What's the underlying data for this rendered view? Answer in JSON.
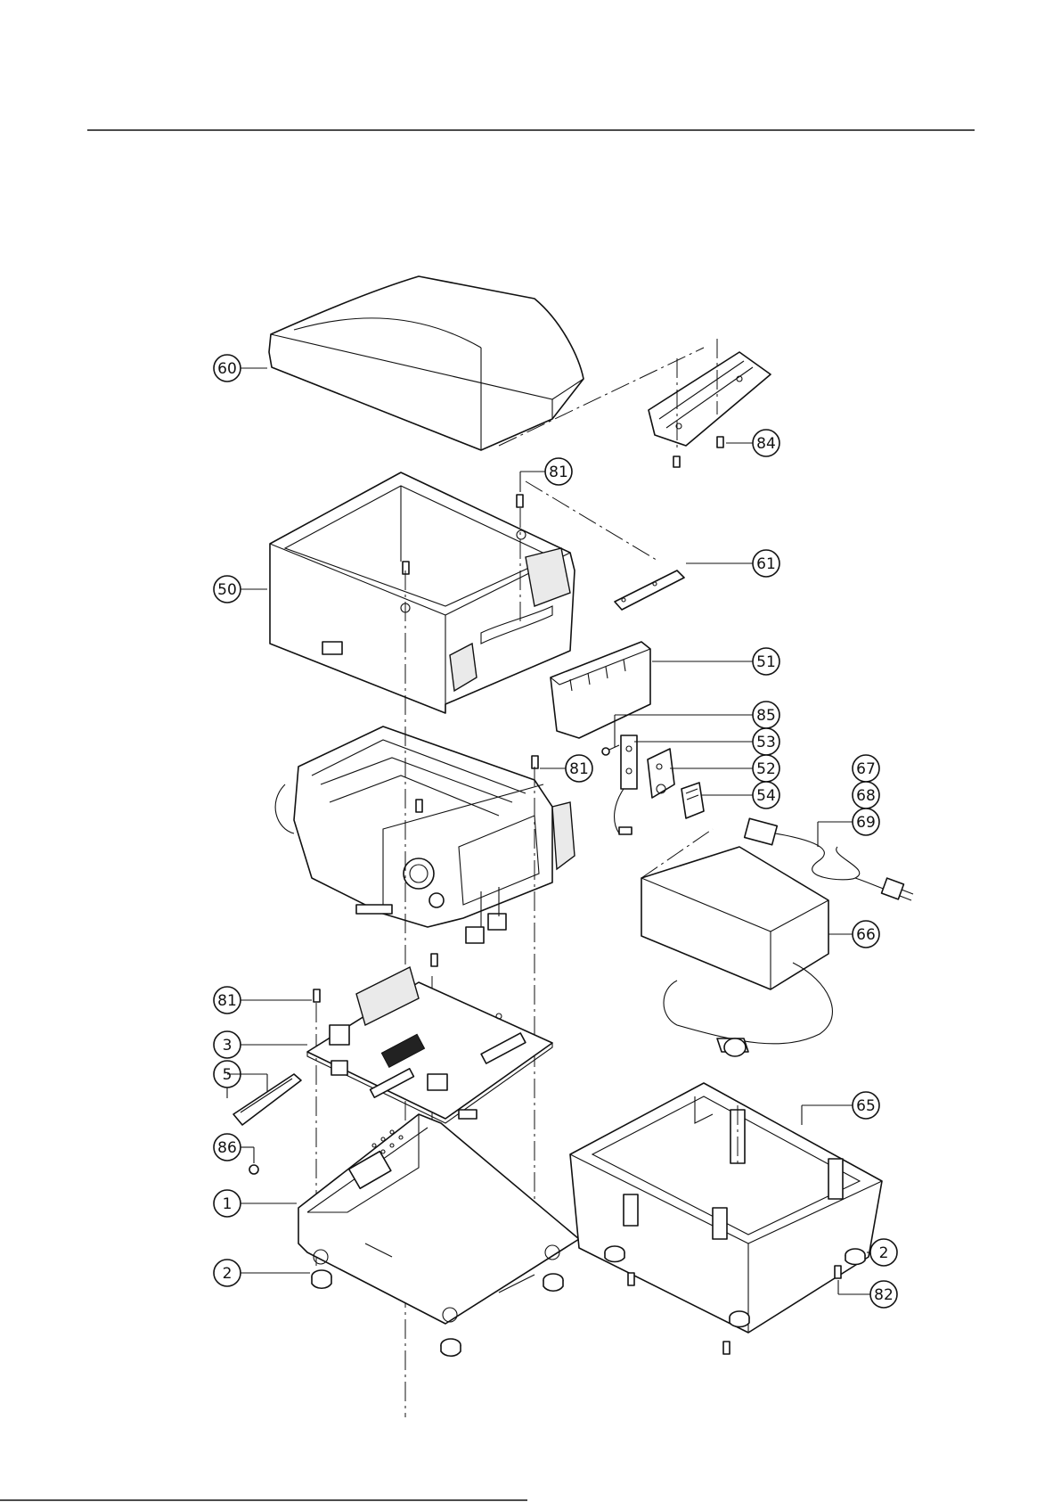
{
  "diagram": {
    "callouts": [
      {
        "id": "c60",
        "label": "60"
      },
      {
        "id": "c84",
        "label": "84"
      },
      {
        "id": "c81a",
        "label": "81"
      },
      {
        "id": "c61",
        "label": "61"
      },
      {
        "id": "c50",
        "label": "50"
      },
      {
        "id": "c51",
        "label": "51"
      },
      {
        "id": "c85",
        "label": "85"
      },
      {
        "id": "c53",
        "label": "53"
      },
      {
        "id": "c81b",
        "label": "81"
      },
      {
        "id": "c52",
        "label": "52"
      },
      {
        "id": "c67",
        "label": "67"
      },
      {
        "id": "c54",
        "label": "54"
      },
      {
        "id": "c68",
        "label": "68"
      },
      {
        "id": "c69",
        "label": "69"
      },
      {
        "id": "c66",
        "label": "66"
      },
      {
        "id": "c81c",
        "label": "81"
      },
      {
        "id": "c3",
        "label": "3"
      },
      {
        "id": "c5",
        "label": "5"
      },
      {
        "id": "c65",
        "label": "65"
      },
      {
        "id": "c86",
        "label": "86"
      },
      {
        "id": "c1",
        "label": "1"
      },
      {
        "id": "c2a",
        "label": "2"
      },
      {
        "id": "c2b",
        "label": "2"
      },
      {
        "id": "c82",
        "label": "82"
      }
    ]
  }
}
